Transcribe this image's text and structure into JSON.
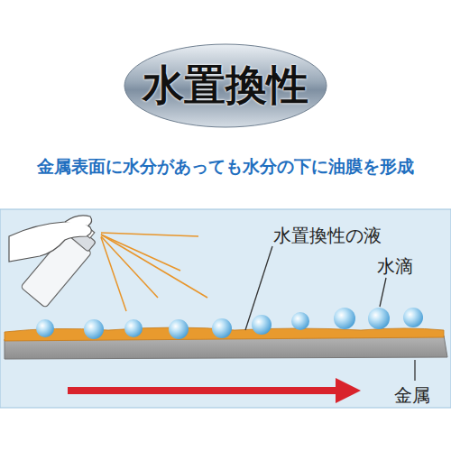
{
  "diagram": {
    "title": "水置換性",
    "labels": [
      "金属表面に水分があっても水分の下に油膜を形成",
      "水置換性の液",
      "水滴",
      "金属"
    ]
  }
}
